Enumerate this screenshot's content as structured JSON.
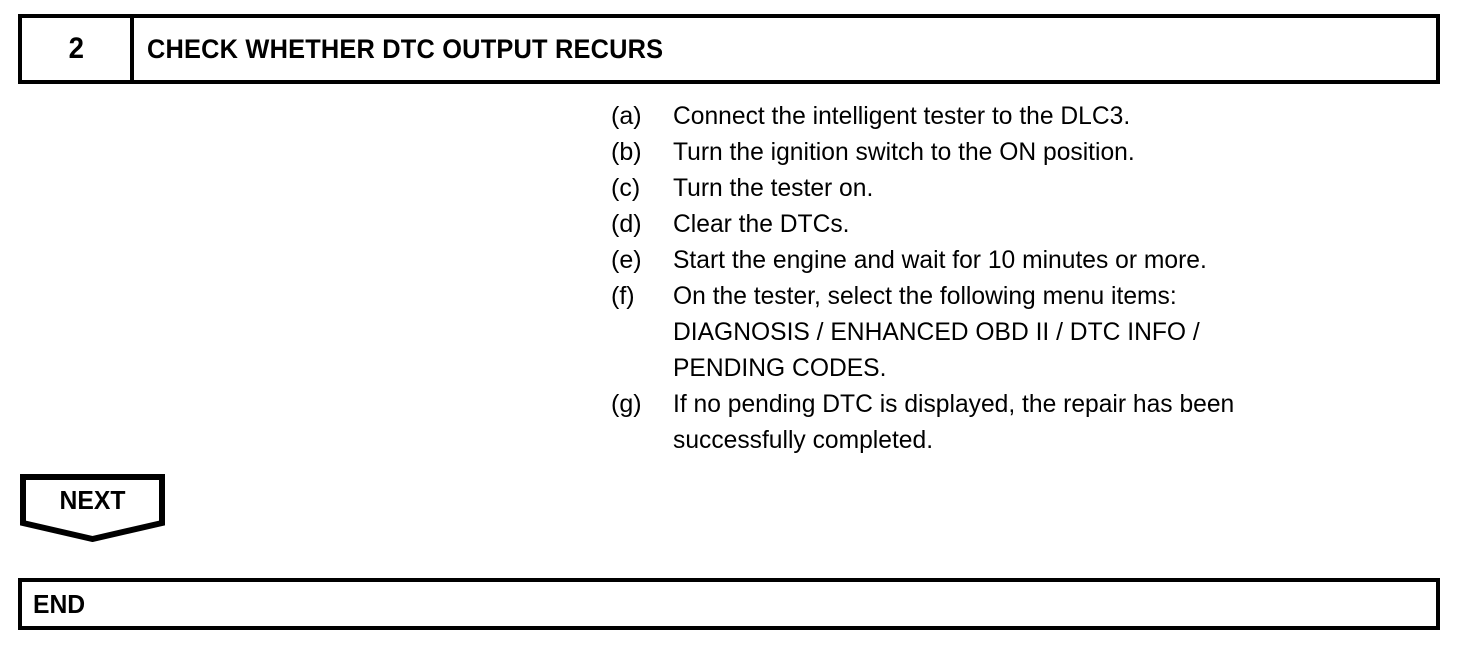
{
  "document": {
    "type": "diagnostic-flowchart-step",
    "background_color": "#ffffff",
    "line_color": "#000000",
    "text_color": "#000000"
  },
  "step_header": {
    "number": "2",
    "title": "CHECK WHETHER DTC OUTPUT RECURS"
  },
  "procedure": {
    "items": [
      {
        "marker": "(a)",
        "text": "Connect the intelligent tester to the DLC3.",
        "continuation": false
      },
      {
        "marker": "(b)",
        "text": "Turn the ignition switch to the ON position.",
        "continuation": false
      },
      {
        "marker": "(c)",
        "text": "Turn the tester on.",
        "continuation": false
      },
      {
        "marker": "(d)",
        "text": "Clear the DTCs.",
        "continuation": false
      },
      {
        "marker": "(e)",
        "text": "Start the engine and wait for 10 minutes or more.",
        "continuation": false
      },
      {
        "marker": "(f)",
        "text": "On the tester, select the following menu items:",
        "continuation": false
      },
      {
        "marker": "",
        "text": "DIAGNOSIS / ENHANCED OBD II / DTC INFO /",
        "continuation": true
      },
      {
        "marker": "",
        "text": "PENDING CODES.",
        "continuation": true
      },
      {
        "marker": "(g)",
        "text": "If no pending DTC is displayed, the repair has been",
        "continuation": false
      },
      {
        "marker": "",
        "text": "successfully completed.",
        "continuation": true
      }
    ]
  },
  "next_banner": {
    "label": "NEXT",
    "shape": "pentagon-down-arrow"
  },
  "end_box": {
    "label": "END"
  }
}
